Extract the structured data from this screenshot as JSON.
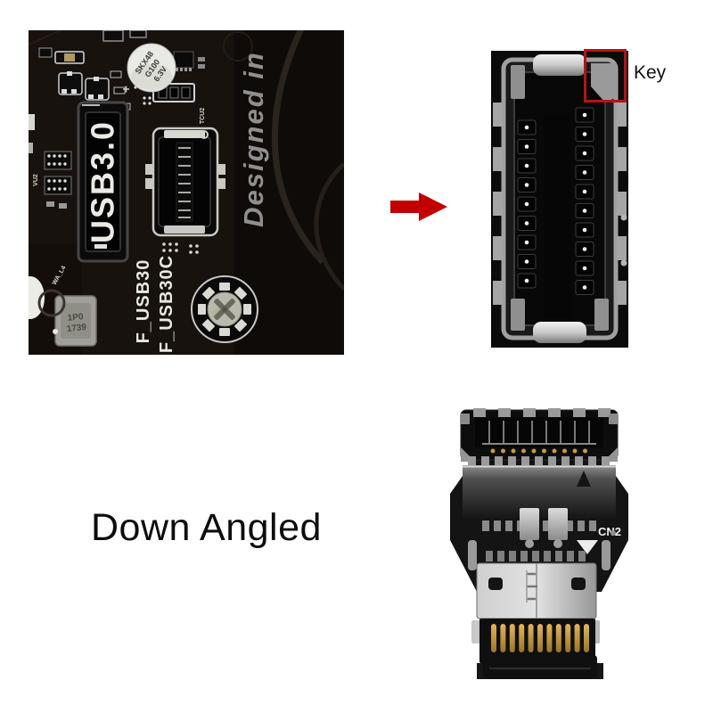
{
  "colors": {
    "arrow": "#c30000",
    "key_box": "#b31515",
    "annotation_text": "#111111"
  },
  "annotations": {
    "key_label": "Key",
    "down_angled_label": "Down Angled"
  },
  "motherboard_photo": {
    "connector_label": "USB3.0",
    "silkscreen_labels": [
      "F_USB30",
      "F_USB30C"
    ],
    "designed_in": "Designed in",
    "capacitor_marking": [
      "SKX48",
      "G100",
      "6.3V"
    ],
    "inductor_marking": [
      "1P0",
      "1739"
    ],
    "micro_labels": [
      "TCU2",
      "WA_L4",
      "VU2"
    ]
  },
  "adapter_photo": {
    "port_label": "CN2"
  }
}
